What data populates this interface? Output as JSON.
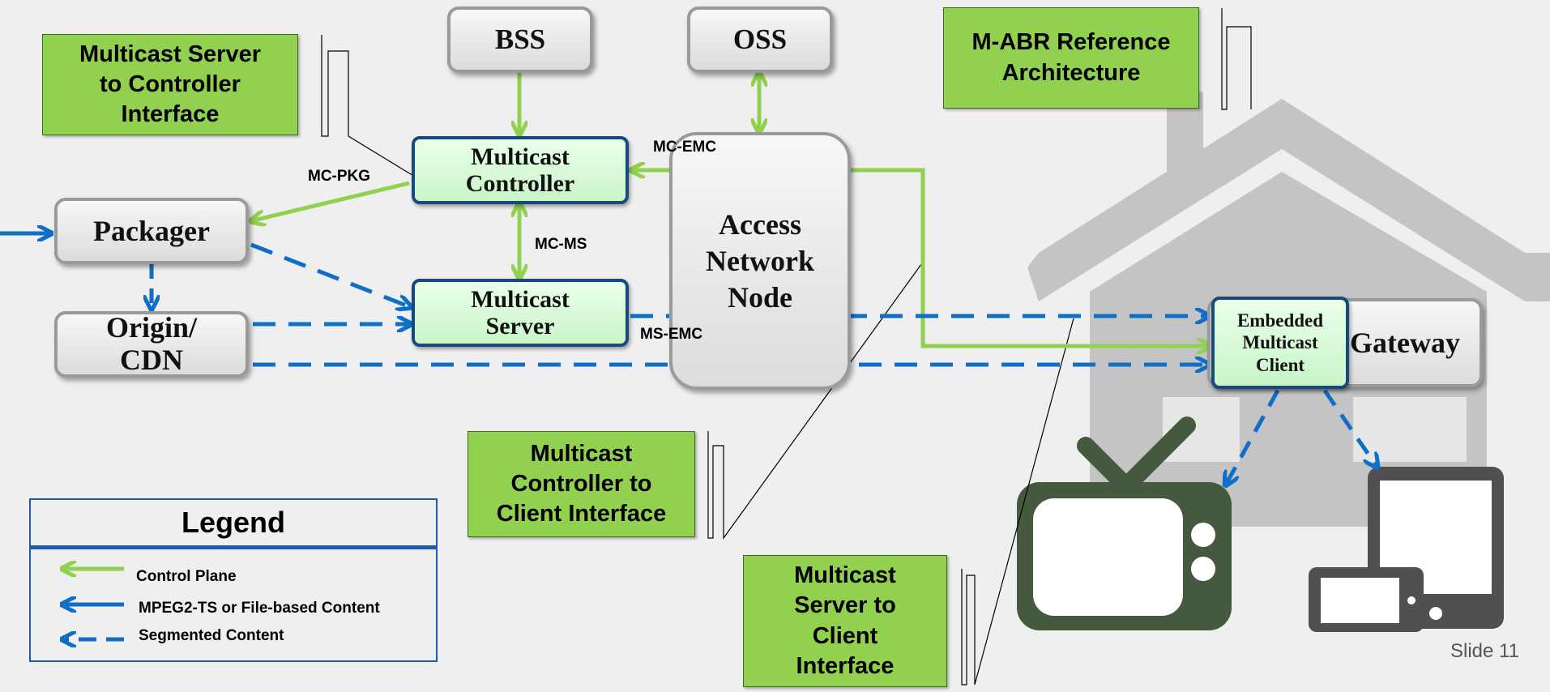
{
  "callouts": {
    "ms_controller": "Multicast Server\nto Controller\nInterface",
    "mabr": "M-ABR Reference\nArchitecture",
    "controller_client": "Multicast\nController to\nClient Interface",
    "server_client": "Multicast\nServer to\nClient\nInterface"
  },
  "nodes": {
    "bss": "BSS",
    "oss": "OSS",
    "multicast_controller": "Multicast\nController",
    "multicast_server": "Multicast\nServer",
    "packager": "Packager",
    "origin_cdn": "Origin/\nCDN",
    "access_network_node": "Access\nNetwork\nNode",
    "embedded_client": "Embedded\nMulticast\nClient",
    "gateway": "Gateway"
  },
  "interfaces": {
    "mc_pkg": "MC-PKG",
    "mc_emc": "MC-EMC",
    "mc_ms": "MC-MS",
    "ms_emc": "MS-EMC"
  },
  "legend": {
    "title": "Legend",
    "control_plane": "Control Plane",
    "mpeg2": "MPEG2-TS or File-based Content",
    "segmented": "Segmented Content"
  },
  "colors": {
    "control_plane": "#92d050",
    "content": "#0f6fc6",
    "callout": "#92d050",
    "house": "#c2c2c2",
    "device": "#45593f"
  },
  "slide_label": "Slide 11"
}
